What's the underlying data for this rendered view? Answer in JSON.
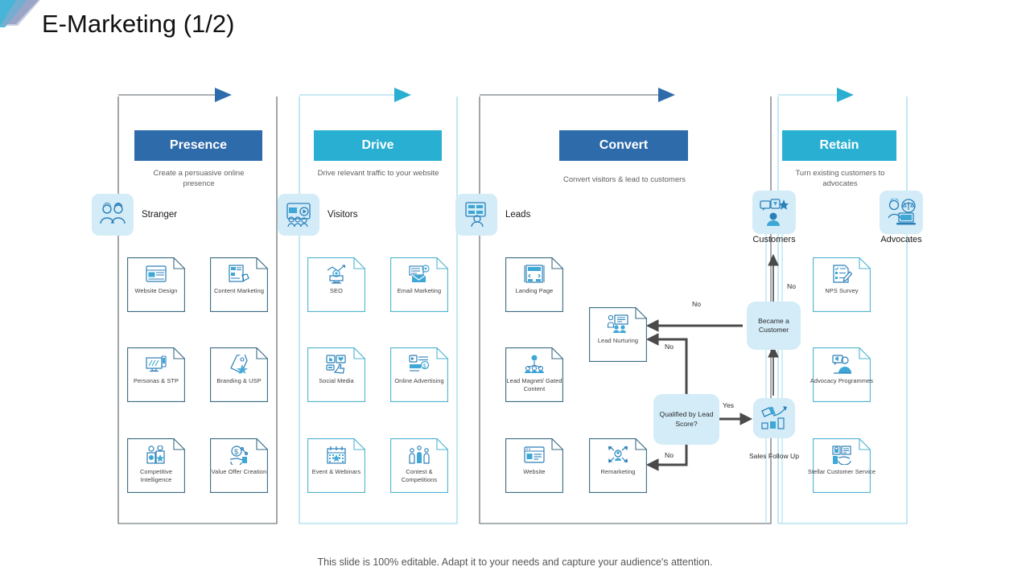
{
  "slide": {
    "title": "E-Marketing (1/2)",
    "footer": "This slide is 100% editable. Adapt it to your needs and capture your audience's attention."
  },
  "theme": {
    "dark_blue": "#2e6bab",
    "teal": "#29afd1",
    "light_blue_fill": "#d3ecf8",
    "card_border_blue": "#3b6c84",
    "card_border_teal": "#4fb4ce",
    "arrow_gray": "#4a4a4a",
    "lane_gray": "#555f66",
    "lane_teal": "#8fd6e8"
  },
  "columns": [
    {
      "id": "presence",
      "header": "Presence",
      "header_color": "#2e6bab",
      "subtitle": "Create a persuasive online presence",
      "arrow_color": "#2e6bab",
      "lane_color": "#555f66",
      "persona": {
        "label": "Stranger",
        "icon": "two-people-icon"
      },
      "cards": [
        {
          "label": "Website Design",
          "icon": "website-layout-icon"
        },
        {
          "label": "Content Marketing",
          "icon": "content-document-icon"
        },
        {
          "label": "Personas & STP",
          "icon": "monitor-chart-icon"
        },
        {
          "label": "Branding & USP",
          "icon": "price-tag-star-icon"
        },
        {
          "label": "Competitive Intelligence",
          "icon": "competitor-badges-icon"
        },
        {
          "label": "Value Offer Creation",
          "icon": "dollar-percent-hand-icon"
        }
      ]
    },
    {
      "id": "drive",
      "header": "Drive",
      "header_color": "#29afd1",
      "subtitle": "Drive relevant traffic to your website",
      "arrow_color": "#29afd1",
      "lane_color": "#8fd6e8",
      "persona": {
        "label": "Visitors",
        "icon": "video-audience-icon"
      },
      "cards": [
        {
          "label": "SEO",
          "icon": "seo-gear-graph-icon"
        },
        {
          "label": "Email Marketing",
          "icon": "email-envelope-icon"
        },
        {
          "label": "Social Media",
          "icon": "social-like-heart-icon"
        },
        {
          "label": "Online Advertising",
          "icon": "megaphone-ad-icon"
        },
        {
          "label": "Event & Webinars",
          "icon": "calendar-star-icon"
        },
        {
          "label": "Contest & Competitions",
          "icon": "podium-winners-icon"
        }
      ]
    },
    {
      "id": "convert",
      "header": "Convert",
      "header_color": "#2e6bab",
      "subtitle": "Convert visitors & lead to customers",
      "arrow_color": "#2e6bab",
      "lane_color": "#555f66",
      "persona": {
        "label": "Leads",
        "icon": "lead-profile-icon"
      },
      "cards": [
        {
          "label": "Landing Page",
          "icon": "landing-page-icon"
        },
        {
          "label": "Lead Magnet/ Gated Content",
          "icon": "lead-magnet-network-icon"
        },
        {
          "label": "Website",
          "icon": "browser-window-icon"
        }
      ]
    },
    {
      "id": "retain",
      "header": "Retain",
      "header_color": "#29afd1",
      "subtitle": "Turn existing customers to advocates",
      "arrow_color": "#29afd1",
      "lane_color": "#8fd6e8",
      "persona": {
        "label": "Customers",
        "icon": "customer-review-icon"
      },
      "persona2": {
        "label": "Advocates",
        "icon": "advocate-laptop-icon"
      },
      "cards": [
        {
          "label": "NPS Survey",
          "icon": "survey-checklist-icon"
        },
        {
          "label": "Advocacy Programmes",
          "icon": "advocacy-speaker-icon"
        },
        {
          "label": "Stellar Customer Service",
          "icon": "service-hand-lock-icon"
        }
      ]
    }
  ],
  "flow": {
    "lead_nurturing": {
      "label": "Lead Nurturing",
      "icon": "lead-nurturing-icon"
    },
    "remarketing": {
      "label": "Remarketing",
      "icon": "remarketing-target-icon"
    },
    "decision": {
      "label": "Qualified by Lead Score?"
    },
    "became_customer": {
      "label": "Became a Customer"
    },
    "sales_follow_up": {
      "label": "Sales Follow Up",
      "icon": "sales-megaphone-growth-icon"
    },
    "labels": {
      "no_top": "No",
      "no_nurture": "No",
      "no_remarket": "No",
      "no_customer": "No",
      "yes": "Yes"
    }
  }
}
